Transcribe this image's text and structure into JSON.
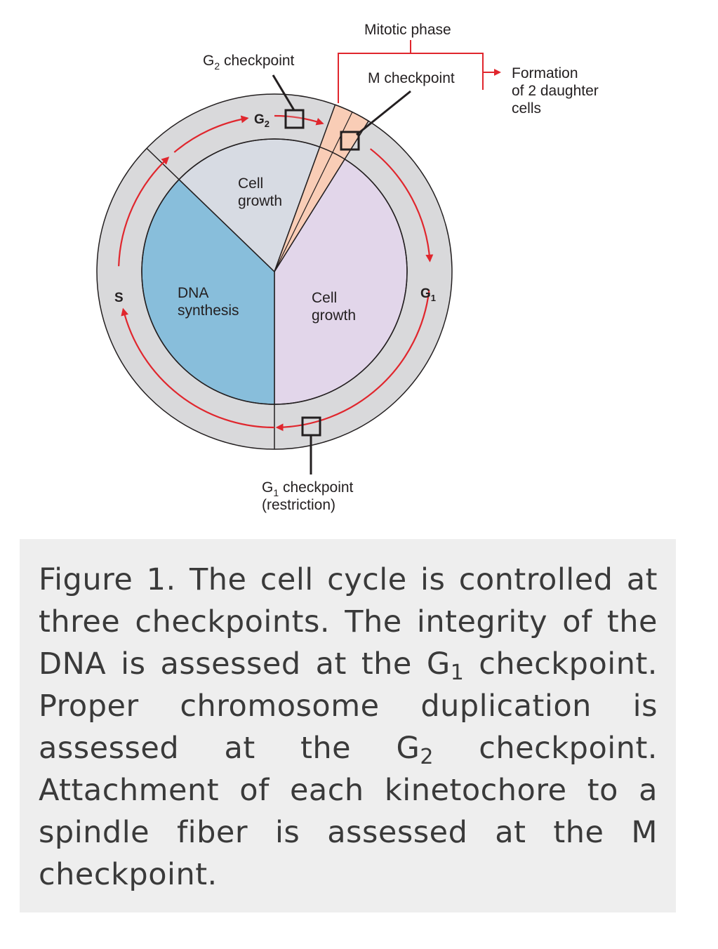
{
  "diagram": {
    "title_mitotic_phase": "Mitotic phase",
    "m_checkpoint": "M checkpoint",
    "g2_checkpoint": {
      "base": "G",
      "sub": "2",
      "rest": " checkpoint"
    },
    "g1_checkpoint": {
      "base": "G",
      "sub": "1",
      "rest": " checkpoint",
      "line2": "(restriction)"
    },
    "outcome": [
      "Formation",
      "of 2 daughter",
      "cells"
    ],
    "phases": {
      "s": "S",
      "g1": {
        "base": "G",
        "sub": "1"
      },
      "g2": {
        "base": "G",
        "sub": "2"
      }
    },
    "sectors": {
      "g2_label": [
        "Cell",
        "growth"
      ],
      "s_label": [
        "DNA",
        "synthesis"
      ],
      "g1_label": [
        "Cell",
        "growth"
      ]
    },
    "colors": {
      "outer_ring": "#d9d9db",
      "g2_sector": "#d7dbe3",
      "s_sector": "#88bedb",
      "g1_sector": "#e2d6ea",
      "m_sector": "#f9cdb6",
      "arrow": "#e0262d",
      "outline": "#231f20",
      "caption_bg": "#eeeeee"
    }
  },
  "caption": {
    "p1": "Figure 1. The cell cycle is controlled at three checkpoints. The integrity of the DNA is assessed at the G",
    "sub1": "1",
    "p2": " checkpoint. Proper chromosome duplication is assessed at the G",
    "sub2": "2",
    "p3": " checkpoint. Attachment of each kinetochore to a spindle fiber is assessed at the M checkpoint."
  }
}
